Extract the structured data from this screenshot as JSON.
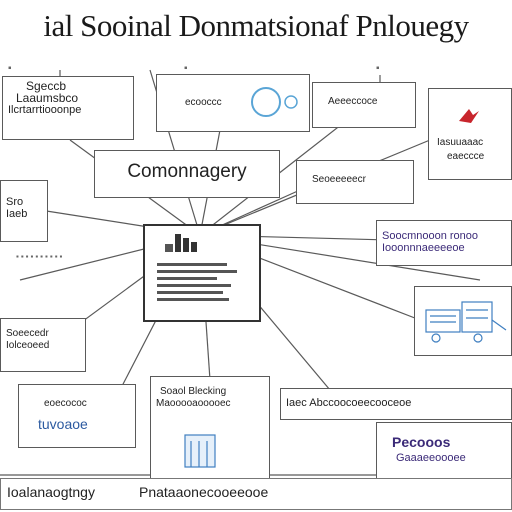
{
  "title": "ial Sooinal Donmatsionaf Pnlouegy",
  "top_dots": [
    "▪",
    "▪",
    "▪"
  ],
  "boxes": {
    "top_left": [
      "Sgeccb",
      "Laaumsbco",
      "Ilcrtarrtiooonpe"
    ],
    "top_center": "ecooccc",
    "top_right": "Aeeeccoce",
    "right_red": [
      "Iasuuaaac",
      "eaeccce"
    ],
    "left_mid": [
      "Sro",
      "Iaeb"
    ],
    "center_big": "Comonnagery",
    "right_mid": "Seoeeeeecr",
    "right_purple": [
      "Soocmnooon ronoo",
      "Iooonnnaeeeeoe"
    ],
    "left_lower": [
      "Soeecedr",
      "Iolceoeed"
    ],
    "left_dots": "▪▪▪▪▪▪▪▪▪▪",
    "bottom_mid_left": "eoecococ",
    "bottom_mid_left_blue": "tuvoaoe",
    "bottom_center": [
      "Soaol Blecking",
      "Maooooaooooec"
    ],
    "bottom_right_line": "Iaec Abccoocoeecooceoe",
    "bottom_right_purple": [
      "Pecooos",
      "Gaaaeeoooee"
    ],
    "footer_left": "Ioalanaogtngy",
    "footer_right": "Pnataaonecooeeooe"
  },
  "colors": {
    "blue": "#2c5aa0",
    "purple": "#3b2a78",
    "red": "#c8252c",
    "line": "#555555"
  },
  "icons": [
    "circle-icon",
    "flag-icon",
    "machine-icon",
    "building-icon",
    "document-icon"
  ]
}
